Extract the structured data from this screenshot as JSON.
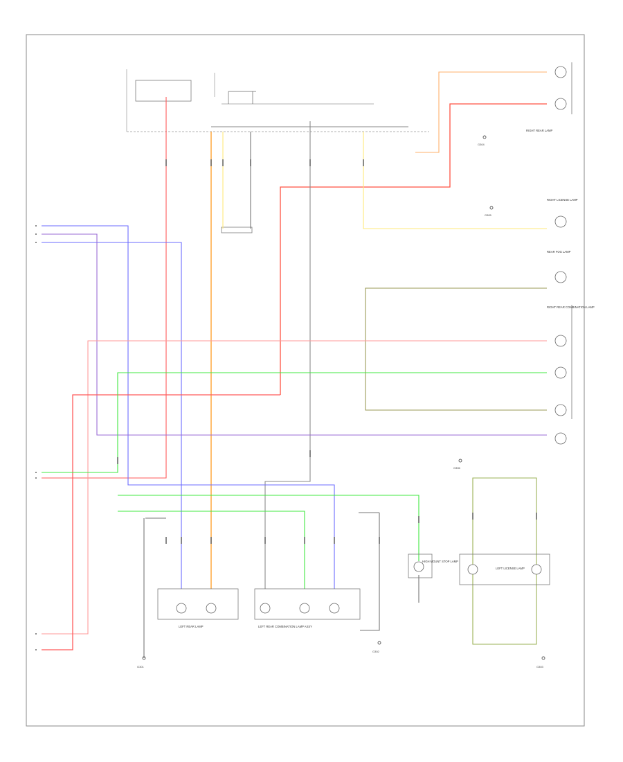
{
  "diagram": {
    "footer": "",
    "labels": {
      "left_rear_lamp": "LEFT REAR LAMP",
      "left_rear_combo": "LEFT REAR COMBINATION LAMP ASSY",
      "right_rear_lamp": "RIGHT REAR LAMP",
      "right_rear_combo": "RIGHT REAR COMBINATION LAMP",
      "left_rear_lamp_b": "LEFT REAR LAMP",
      "left_license": "LEFT LICENSE LAMP",
      "right_license": "RIGHT LICENSE LAMP",
      "high_mount": "HIGH MOUNT STOP LAMP",
      "rear_fog": "REAR FOG LAMP",
      "ground_1": "G301",
      "ground_2": "G302",
      "ground_3": "G303",
      "ground_4": "G304",
      "ground_5": "G305",
      "ground_6": "G306"
    },
    "wire_colors": {
      "red": "#ff5a5a",
      "orange": "#ff9a1e",
      "green": "#42e842",
      "blue": "#6b6bff",
      "purple": "#9a6bd6",
      "yellow": "#ffe97a",
      "olive": "#9a9a55",
      "gray": "#8a8a8a",
      "salmon": "#ff7b6b",
      "pink": "#ff9a9a"
    }
  }
}
